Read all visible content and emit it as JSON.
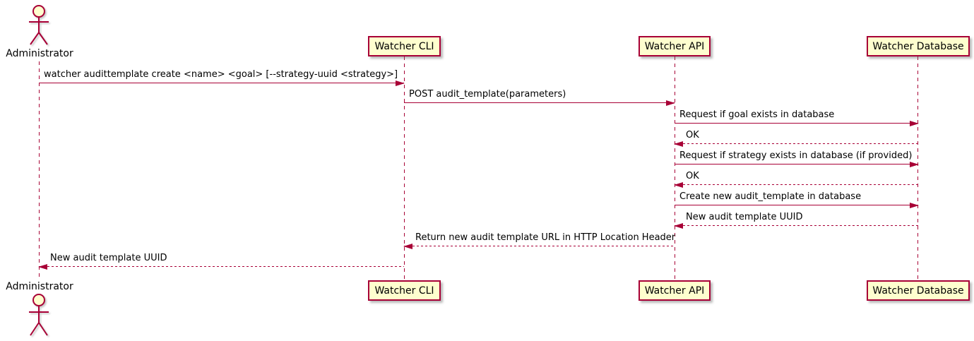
{
  "diagram": {
    "type": "uml-sequence-diagram",
    "style": "plantuml",
    "actor": {
      "name": "Administrator"
    },
    "participants": [
      {
        "name": "Watcher CLI"
      },
      {
        "name": "Watcher API"
      },
      {
        "name": "Watcher Database"
      }
    ],
    "messages": [
      {
        "from": "Administrator",
        "to": "Watcher CLI",
        "label": "watcher audittemplate create <name> <goal> [--strategy-uuid <strategy>]",
        "line": "solid",
        "direction": "right"
      },
      {
        "from": "Watcher CLI",
        "to": "Watcher API",
        "label": "POST audit_template(parameters)",
        "line": "solid",
        "direction": "right"
      },
      {
        "from": "Watcher API",
        "to": "Watcher Database",
        "label": "Request if goal exists in database",
        "line": "solid",
        "direction": "right"
      },
      {
        "from": "Watcher Database",
        "to": "Watcher API",
        "label": "OK",
        "line": "dashed",
        "direction": "left"
      },
      {
        "from": "Watcher API",
        "to": "Watcher Database",
        "label": "Request if strategy exists in database (if provided)",
        "line": "solid",
        "direction": "right"
      },
      {
        "from": "Watcher Database",
        "to": "Watcher API",
        "label": "OK",
        "line": "dashed",
        "direction": "left"
      },
      {
        "from": "Watcher API",
        "to": "Watcher Database",
        "label": "Create new audit_template in database",
        "line": "solid",
        "direction": "right"
      },
      {
        "from": "Watcher Database",
        "to": "Watcher API",
        "label": "New audit template UUID",
        "line": "dashed",
        "direction": "left"
      },
      {
        "from": "Watcher API",
        "to": "Watcher CLI",
        "label": "Return new audit template URL in HTTP Location Header",
        "line": "dashed",
        "direction": "left"
      },
      {
        "from": "Watcher CLI",
        "to": "Administrator",
        "label": "New audit template UUID",
        "line": "dashed",
        "direction": "left"
      }
    ],
    "colors": {
      "participant_fill": "#FEFECE",
      "stroke": "#A80036",
      "text": "#000000",
      "background": "#FFFFFF"
    }
  }
}
